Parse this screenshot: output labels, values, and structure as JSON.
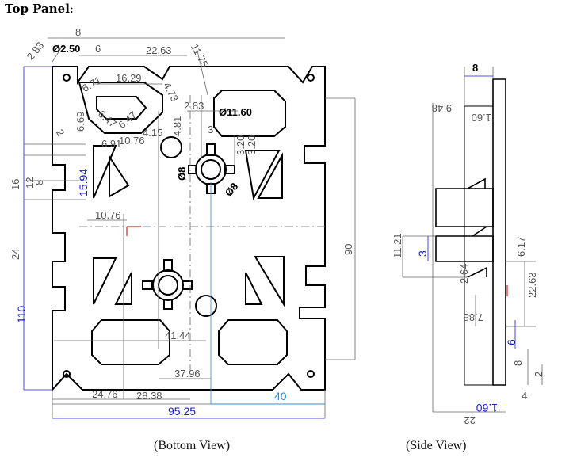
{
  "heading": {
    "bold": "Top Panel",
    "suffix": ":"
  },
  "captions": {
    "bottom": "(Bottom View)",
    "side": "(Side View)"
  },
  "dims_bottom": {
    "d2_83": "2.83",
    "d8": "8",
    "d2_50": "Ø2.50",
    "d6": "6",
    "d22_63": "22.63",
    "d11_75": "11.75",
    "d16_29": "16.29",
    "d6_71": "6.71",
    "d4_73": "4.73",
    "d2_83b": "2.83",
    "d11_60": "Ø11.60",
    "d6_69": "6.69",
    "d6_47": "6.47",
    "d6_47b": "6.47",
    "d4_81": "4.81",
    "d3": "3",
    "d3_20": "3.20",
    "d3_20b": "3.20",
    "d2": "2",
    "d4_15": "4.15",
    "d10_76": "10.76",
    "d6_91": "6.91",
    "d8_ring": "Ø8",
    "d8_ring2": "Ø8",
    "d16": "16",
    "d12": "12",
    "d8b": "8",
    "d15_94": "15.94",
    "d10_76b": "10.76",
    "d24": "24",
    "d110": "110",
    "d90": "90",
    "d41_44": "41.44",
    "d37_96": "37.96",
    "d24_76": "24.76",
    "d28_38": "28.38",
    "d40": "40",
    "d95_25": "95.25"
  },
  "dims_side": {
    "d8": "8",
    "d9_48": "9.48",
    "d1_60": "1.60",
    "d11_21": "11.21",
    "d3": "3",
    "d6_17": "6.17",
    "d2_64": "2.64",
    "d22_63": "22.63",
    "d7_88": "7.88",
    "d6": "6",
    "d8b": "8",
    "d2": "2",
    "d4": "4",
    "d1_60b": "1.60",
    "d22": "22"
  },
  "colors": {
    "outline": "#000000",
    "dimension": "#555555",
    "blue": "#1a1ad6",
    "cyan": "#2a8ad6",
    "red": "#e02020"
  }
}
